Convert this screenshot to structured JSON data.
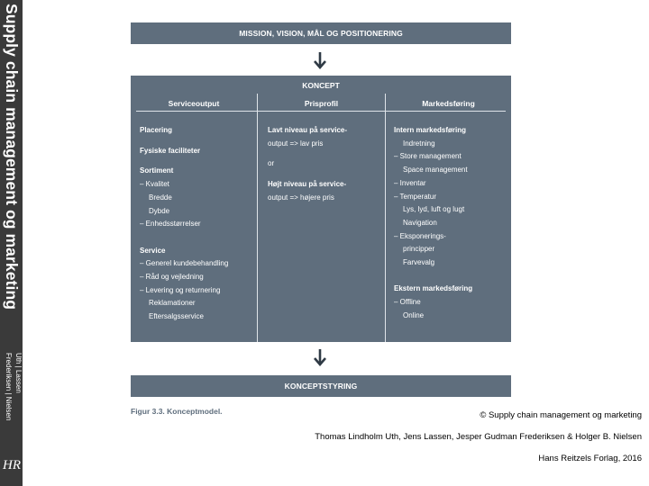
{
  "spine": {
    "title": "Supply chain management og marketing",
    "authors_line1": "Uth  |  Lassen",
    "authors_line2": "Frederiksen  |  Nielsen",
    "logo": "HR"
  },
  "diagram": {
    "top_bar": "MISSION, VISION, MÅL OG POSITIONERING",
    "koncept_title": "KONCEPT",
    "columns": {
      "serviceoutput": {
        "heading": "Serviceoutput",
        "placering": "Placering",
        "fysiske": "Fysiske faciliteter",
        "sortiment": "Sortiment",
        "kvalitet": "– Kvalitet",
        "bredde": "Bredde",
        "dybde": "Dybde",
        "enhed": "– Enhedsstørrelser",
        "service": "Service",
        "generel": "– Generel kundebehandling",
        "raad": "– Råd og vejledning",
        "levering": "– Levering og returnering",
        "reklamationer": "Reklamationer",
        "eftersalg": "Eftersalgsservice"
      },
      "prisprofil": {
        "heading": "Prisprofil",
        "lavt1": "Lavt niveau på service-",
        "lavt2": "output => lav pris",
        "or": "or",
        "hoejt1": "Højt niveau på service-",
        "hoejt2": "output => højere pris"
      },
      "markedsfoering": {
        "heading": "Markedsføring",
        "intern": "Intern markedsføring",
        "indretning": "Indretning",
        "store": "– Store management",
        "space": "Space management",
        "inventar": "– Inventar",
        "temperatur": "– Temperatur",
        "lys": "Lys, lyd, luft og lugt",
        "navigation": "Navigation",
        "ekspo1": "– Eksponerings-",
        "ekspo2": "principper",
        "farvevalg": "Farvevalg",
        "ekstern": "Ekstern markedsføring",
        "offline": "– Offline",
        "online": "Online"
      }
    },
    "bottom_bar": "KONCEPTSTYRING",
    "caption": "Figur 3.3. Konceptmodel."
  },
  "credits": {
    "line1": "© Supply chain management og marketing",
    "line2": "Thomas Lindholm Uth, Jens Lassen, Jesper Gudman Frederiksen & Holger B. Nielsen",
    "line3": "Hans Reitzels Forlag, 2016"
  },
  "colors": {
    "box": "#5f6e7d",
    "spine": "#3a3a3a",
    "arrow": "#2f3a45"
  },
  "icons": [
    "arrow-down-icon",
    "publisher-logo"
  ]
}
